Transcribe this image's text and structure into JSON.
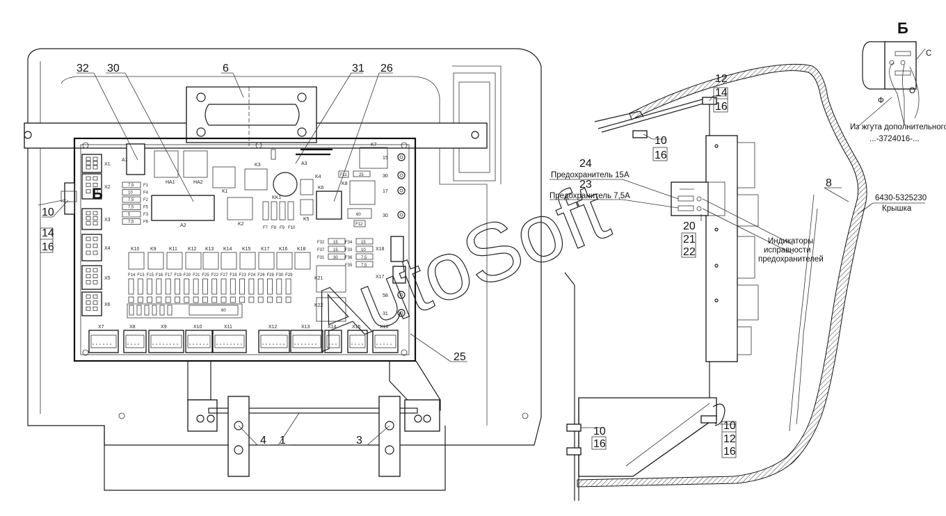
{
  "section_mark": "Б",
  "watermark": "AutoSoft",
  "callouts": {
    "c32": "32",
    "c30": "30",
    "c6": "6",
    "c31": "31",
    "c26": "26",
    "c25": "25",
    "c4": "4",
    "c1": "1",
    "c3": "3",
    "c8": "8",
    "c24": "24",
    "c23": "23",
    "c12a": "12",
    "c14a": "14",
    "c16a": "16",
    "c10b": "10",
    "c16b": "16",
    "c10c": "10",
    "c14c": "14",
    "c16c": "16",
    "c20": "20",
    "c21": "21",
    "c22": "22",
    "c10d": "10",
    "c16d": "16",
    "c10e": "10",
    "c12e": "12",
    "c16e": "16",
    "b_mark": "Б"
  },
  "labels": {
    "fuse15": "Предохранитель 15А",
    "fuse75": "Предохранитель 7,5А",
    "indicators_1": "Индикаторы",
    "indicators_2": "исправности",
    "indicators_3": "предохранителей",
    "part_number": "6430-5325230",
    "cover": "Крышка",
    "harness_1": "Из жгута дополнительного",
    "harness_2": "...-3724016-...",
    "mark_c": "С",
    "mark_f": "Ф",
    "mark_o": "О"
  },
  "board": {
    "connectors_left": [
      "X1",
      "X2",
      "X3",
      "X4",
      "X5",
      "X6"
    ],
    "connectors_bottom": [
      "X7",
      "X8",
      "X9",
      "X10",
      "X11",
      "X12",
      "X13",
      "X14",
      "X15",
      "X16"
    ],
    "relays_row": [
      "K10",
      "K9",
      "K11",
      "K12",
      "K13",
      "K14",
      "K15",
      "K17",
      "K16",
      "K18"
    ],
    "fuses_row": [
      "F14",
      "F13",
      "F15",
      "F16",
      "F17",
      "F19",
      "F20",
      "F21",
      "F25",
      "F22",
      "F27",
      "F18",
      "F23",
      "F24",
      "F26",
      "F28",
      "F30",
      "F29"
    ],
    "fuses_left": [
      "F1",
      "F4",
      "F2",
      "F5",
      "F3",
      "F6"
    ],
    "fuses_left_vals": [
      "7,5",
      "10",
      "7,5",
      "7,5",
      "5",
      "7,5"
    ],
    "fuses_mid": [
      "F7",
      "F8",
      "F9",
      "F10"
    ],
    "right_nums": [
      "15",
      "30",
      "17",
      "30",
      "58",
      "31"
    ],
    "top_labels": {
      "a1": "A1",
      "ha1": "HA1",
      "ha2": "HA2",
      "k1": "K1",
      "k2": "K2",
      "k3": "K3",
      "a3": "A3",
      "k4": "K4",
      "k5": "K5",
      "k6": "K6",
      "k7": "K7",
      "k8": "K8",
      "kk1": "KK1",
      "a2": "A2",
      "f11": "F11",
      "f12": "F12",
      "v25": "25",
      "v60": "60"
    },
    "right_fuses": [
      "F32",
      "F37",
      "F31",
      "F34",
      "F33",
      "F36",
      "F35"
    ],
    "right_fuse_vals": [
      "15",
      "15",
      "30",
      "15",
      "10",
      "7,5",
      "7,5"
    ],
    "right_labels": {
      "k21": "K21",
      "k22": "K22",
      "x18": "X18",
      "x17": "X17",
      "v60b": "60"
    }
  }
}
